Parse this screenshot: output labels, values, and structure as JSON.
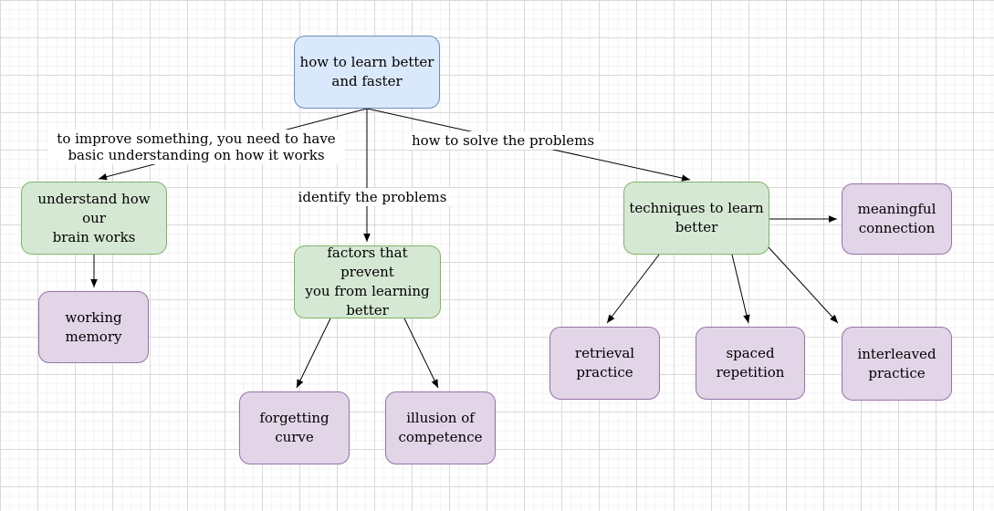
{
  "nodes": {
    "root": {
      "label": "how to learn better\nand faster"
    },
    "understand_brain": {
      "label": "understand how our\nbrain works"
    },
    "factors_prevent": {
      "label": "factors that prevent\nyou from learning\nbetter"
    },
    "techniques": {
      "label": "techniques to learn\nbetter"
    },
    "working_memory": {
      "label": "working\nmemory"
    },
    "forgetting_curve": {
      "label": "forgetting\ncurve"
    },
    "illusion_competence": {
      "label": "illusion of\ncompetence"
    },
    "retrieval_practice": {
      "label": "retrieval\npractice"
    },
    "spaced_repetition": {
      "label": "spaced\nrepetition"
    },
    "interleaved_practice": {
      "label": "interleaved\npractice"
    },
    "meaningful_connection": {
      "label": "meaningful\nconnection"
    }
  },
  "edge_labels": {
    "understanding": "to improve something, you need to have\nbasic understanding on how it works",
    "identify": "identify the problems",
    "solve": "how to solve the problems"
  },
  "colors": {
    "canvas_bg": "#ffffff",
    "grid_minor": "#f3f3f3",
    "grid_major": "#d9d9d9",
    "edge_color": "#000000",
    "root_fill": "#dae8fc",
    "root_stroke": "#6c8ebf",
    "branch_fill": "#d5e8d4",
    "branch_stroke": "#82b366",
    "leaf_fill": "#e1d5e7",
    "leaf_stroke": "#9673a6"
  }
}
